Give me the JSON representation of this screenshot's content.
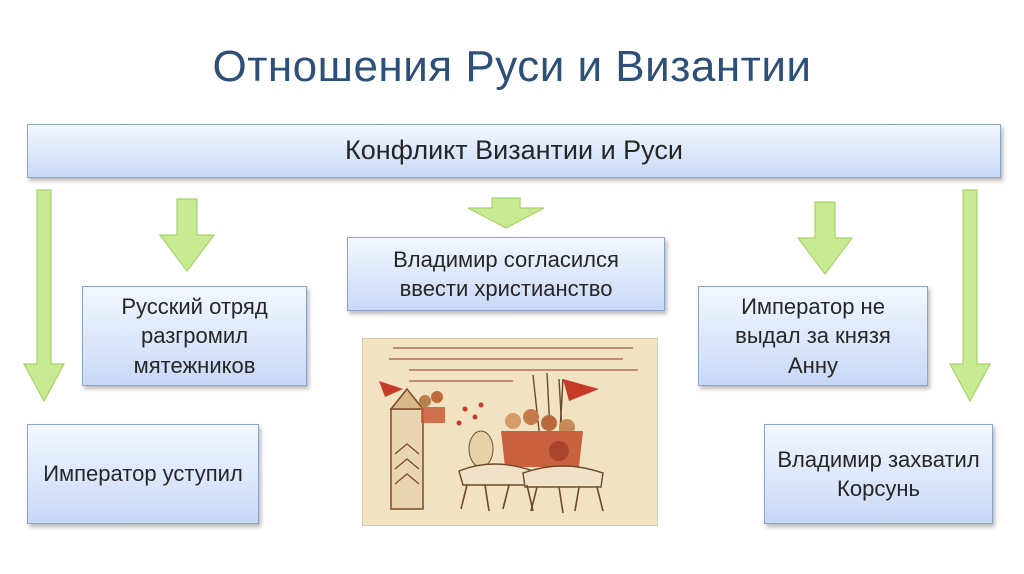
{
  "slide": {
    "title": "Отношения Руси и Византии",
    "header": "Конфликт Византии и Руси",
    "boxes": {
      "left": "Русский отряд разгромил мятежников",
      "center": "Владимир согласился ввести христианство",
      "right": "Император не выдал за князя Анну",
      "bottom_left": "Император уступил",
      "bottom_right": "Владимир захватил Корсунь"
    },
    "arrow_color": "#c6e98e",
    "title_color": "#2e4f78",
    "image": {
      "description_icon": "chronicle-miniature-image"
    }
  }
}
